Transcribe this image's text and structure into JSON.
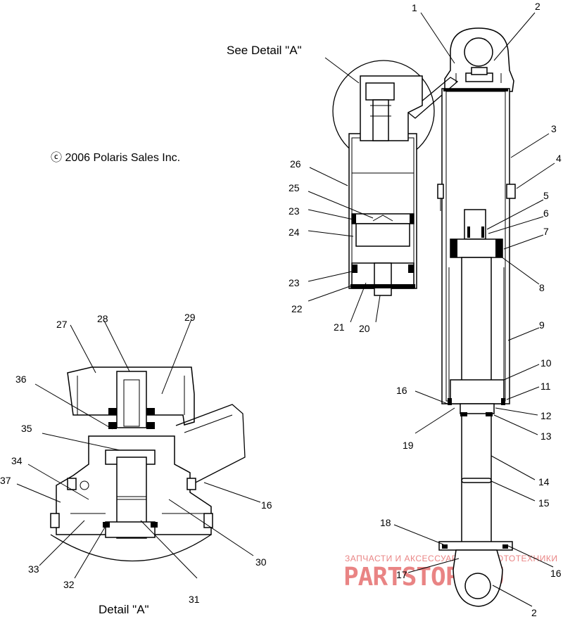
{
  "diagram": {
    "detail_pointer": "See Detail \"A\"",
    "copyright": "ⓒ 2006 Polaris Sales Inc.",
    "detail_caption": "Detail \"A\"",
    "watermark": {
      "line": "ЗАПЧАСТИ И АКСЕССУАРЫ ДЛЯ МОТОТЕХНИКИ",
      "brand": "PARTSTOP.RU",
      "color": "#e25b5b"
    },
    "callouts": {
      "c1": "1",
      "c2a": "2",
      "c3": "3",
      "c4": "4",
      "c5": "5",
      "c6": "6",
      "c7": "7",
      "c8": "8",
      "c9": "9",
      "c10": "10",
      "c11": "11",
      "c12": "12",
      "c13": "13",
      "c14": "14",
      "c15": "15",
      "c16a": "16",
      "c16b": "16",
      "c16c": "16",
      "c17": "17",
      "c18": "18",
      "c19": "19",
      "c2b": "2",
      "c20": "20",
      "c21": "21",
      "c22": "22",
      "c23a": "23",
      "c23b": "23",
      "c24": "24",
      "c25": "25",
      "c26": "26",
      "c27": "27",
      "c28": "28",
      "c29": "29",
      "c30": "30",
      "c31": "31",
      "c32": "32",
      "c33": "33",
      "c34": "34",
      "c35": "35",
      "c36": "36",
      "c37": "37"
    }
  }
}
